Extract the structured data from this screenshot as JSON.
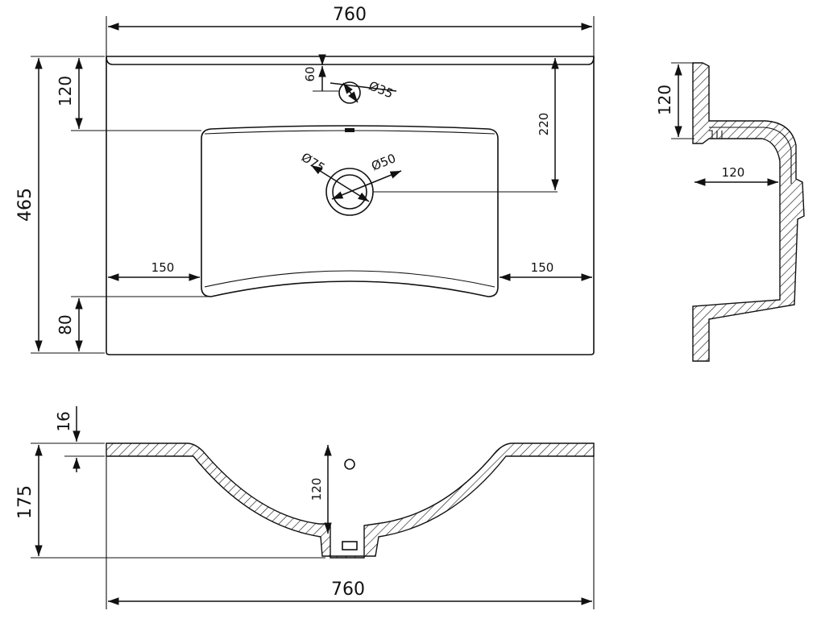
{
  "top_view": {
    "width": "760",
    "depth": "465",
    "back_rim": "120",
    "front_rim": "80",
    "tap_offset": "60",
    "tap_hole": "Ø35",
    "drain_from_back": "220",
    "left_margin": "150",
    "right_margin": "150",
    "drain_outer": "Ø75",
    "drain_inner": "Ø50"
  },
  "side_view": {
    "rim_height": "120",
    "bowl_depth": "120"
  },
  "front_section": {
    "slab_thickness": "16",
    "total_height": "175",
    "bowl_depth": "120",
    "width": "760"
  },
  "colors": {
    "stroke": "#111111",
    "background": "#ffffff"
  }
}
